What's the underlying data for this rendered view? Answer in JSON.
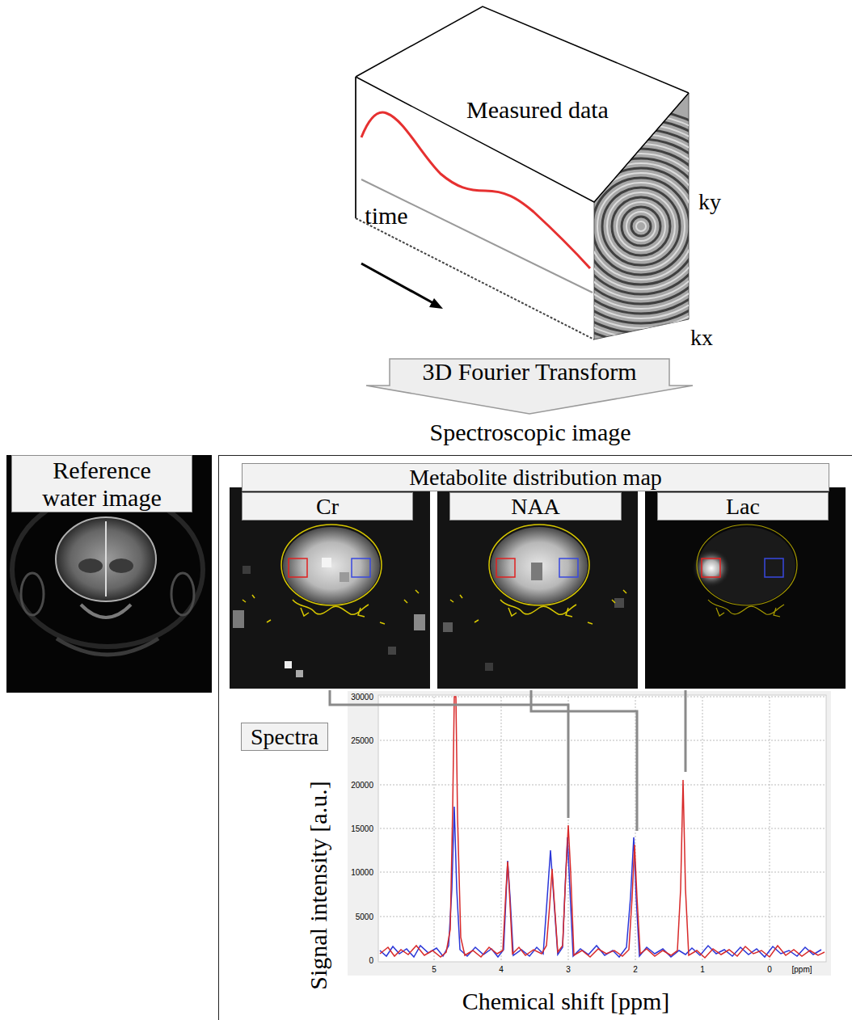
{
  "diagram": {
    "nodes": [
      {
        "text": [
          "Measured data"
        ]
      },
      {
        "text": [
          "3D Fourier Transform"
        ]
      },
      {
        "text": [
          "Reference water image"
        ]
      },
      {
        "text": [
          "Spectroscopic image"
        ]
      },
      {
        "text": [
          "Metabolite distribution map"
        ],
        "in": 3
      },
      {
        "text": [
          "Cr"
        ],
        "in": 3
      },
      {
        "text": [
          "NAA"
        ],
        "in": 3
      },
      {
        "text": [
          "Lac"
        ],
        "in": 3
      },
      {
        "text": [
          "Spectra"
        ],
        "in": 3
      }
    ],
    "labels": [
      "time",
      "ky",
      "kx",
      "30000",
      "25000",
      "20000",
      "15000",
      "10000",
      "5000",
      "0",
      "5",
      "4",
      "3",
      "2",
      "1",
      "0",
      "[ppm]",
      "Signal intensity [a.u.]",
      "Chemical shift [ppm]"
    ]
  }
}
